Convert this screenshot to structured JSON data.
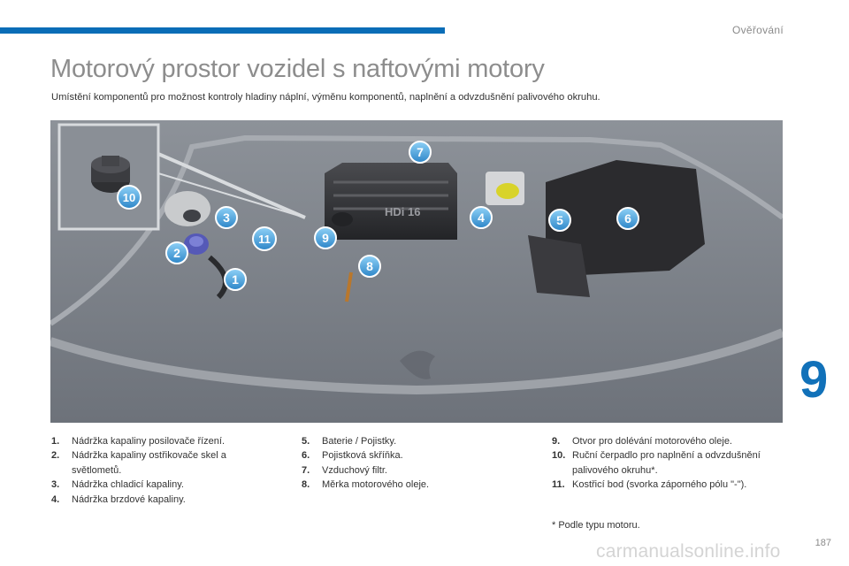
{
  "header": {
    "section": "Ověřování",
    "accent_color": "#0a6db7"
  },
  "title": "Motorový prostor vozidel s naftovými motory",
  "subtitle": "Umístění komponentů pro možnost kontroly hladiny náplní, výměnu komponentů, naplnění a odvzdušnění palivového okruhu.",
  "figure": {
    "engine_label": "HDi 16",
    "callouts": [
      "1",
      "2",
      "3",
      "4",
      "5",
      "6",
      "7",
      "8",
      "9",
      "10",
      "11"
    ]
  },
  "legend": {
    "col1": [
      {
        "num": "1.",
        "text": "Nádržka kapaliny posilovače řízení."
      },
      {
        "num": "2.",
        "text": "Nádržka kapaliny ostřikovače skel a světlometů."
      },
      {
        "num": "3.",
        "text": "Nádržka chladicí kapaliny."
      },
      {
        "num": "4.",
        "text": "Nádržka brzdové kapaliny."
      }
    ],
    "col2": [
      {
        "num": "5.",
        "text": "Baterie / Pojistky."
      },
      {
        "num": "6.",
        "text": "Pojistková skříňka."
      },
      {
        "num": "7.",
        "text": "Vzduchový filtr."
      },
      {
        "num": "8.",
        "text": "Měrka motorového oleje."
      }
    ],
    "col3": [
      {
        "num": "9.",
        "text": "Otvor pro dolévání motorového oleje."
      },
      {
        "num": "10.",
        "text": "Ruční čerpadlo pro naplnění a odvzdušnění palivového okruhu*."
      },
      {
        "num": "11.",
        "text": "Kostřicí bod (svorka záporného pólu \"-\")."
      }
    ]
  },
  "footnote": "* Podle typu motoru.",
  "chapter_number": "9",
  "page_number": "187",
  "watermark": "carmanualsonline.info"
}
